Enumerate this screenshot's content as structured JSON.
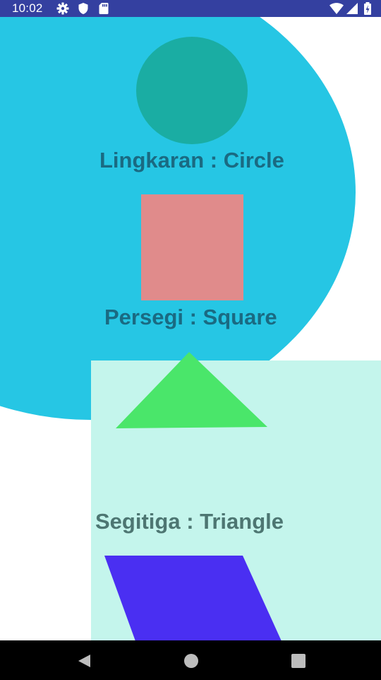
{
  "status_bar": {
    "time": "10:02",
    "background": "#3440A0",
    "icons": [
      "settings-gear-icon",
      "shield-icon",
      "sd-card-icon",
      "wifi-icon",
      "cell-signal-icon",
      "battery-icon"
    ]
  },
  "colors": {
    "big_circle": "#26C6E4",
    "teal_circle": "#1AADA3",
    "square": "#E08B8B",
    "mint_panel": "#C4F5EC",
    "triangle": "#4AE66A",
    "parallelogram": "#4A2FF2",
    "label_primary": "#1A6A82",
    "label_secondary": "#4D7672"
  },
  "labels": {
    "circle": "Lingkaran : Circle",
    "square": "Persegi : Square",
    "triangle": "Segitiga : Triangle"
  },
  "nav_bar": {
    "buttons": [
      "back-icon",
      "home-icon",
      "recents-icon"
    ]
  }
}
